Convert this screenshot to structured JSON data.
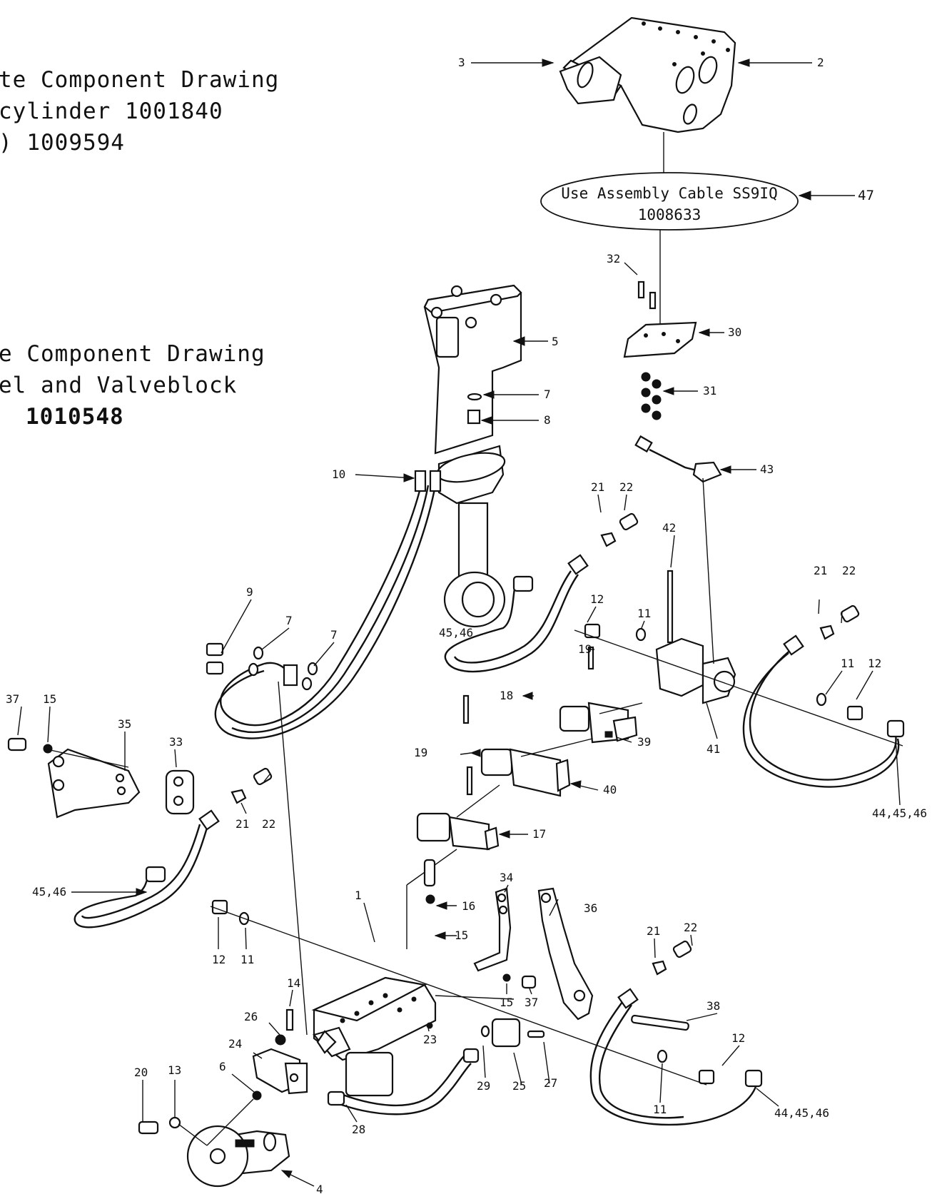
{
  "notes": {
    "top": [
      "te Component Drawing",
      "cylinder 1001840",
      ") 1009594"
    ],
    "middle": [
      "e Component Drawing",
      "el and Valveblock",
      "1010548"
    ]
  },
  "assembly_callout": {
    "line1": "Use Assembly Cable SS9IQ",
    "line2": "1008633",
    "item": "47"
  },
  "part_labels": {
    "p1": "1",
    "p2": "2",
    "p3": "3",
    "p4": "4",
    "p5": "5",
    "p6": "6",
    "p7a": "7",
    "p7b": "7",
    "p7c": "7",
    "p8": "8",
    "p9": "9",
    "p10": "10",
    "p11a": "11",
    "p11b": "11",
    "p11c": "11",
    "p11d": "11",
    "p12a": "12",
    "p12b": "12",
    "p12c": "12",
    "p12d": "12",
    "p13": "13",
    "p14": "14",
    "p15a": "15",
    "p15b": "15",
    "p15c": "15",
    "p16": "16",
    "p17": "17",
    "p18": "18",
    "p19a": "19",
    "p19b": "19",
    "p20": "20",
    "p21a": "21",
    "p21b": "21",
    "p21c": "21",
    "p21d": "21",
    "p22a": "22",
    "p22b": "22",
    "p22c": "22",
    "p22d": "22",
    "p23": "23",
    "p24": "24",
    "p25": "25",
    "p26": "26",
    "p27": "27",
    "p28": "28",
    "p29": "29",
    "p30": "30",
    "p31": "31",
    "p32": "32",
    "p33": "33",
    "p34": "34",
    "p35": "35",
    "p36": "36",
    "p37a": "37",
    "p37b": "37",
    "p38": "38",
    "p39": "39",
    "p40": "40",
    "p41": "41",
    "p42": "42",
    "p43": "43",
    "p44a": "44,45,46",
    "p44b": "44,45,46",
    "p45a": "45,46",
    "p45b": "45,46"
  }
}
